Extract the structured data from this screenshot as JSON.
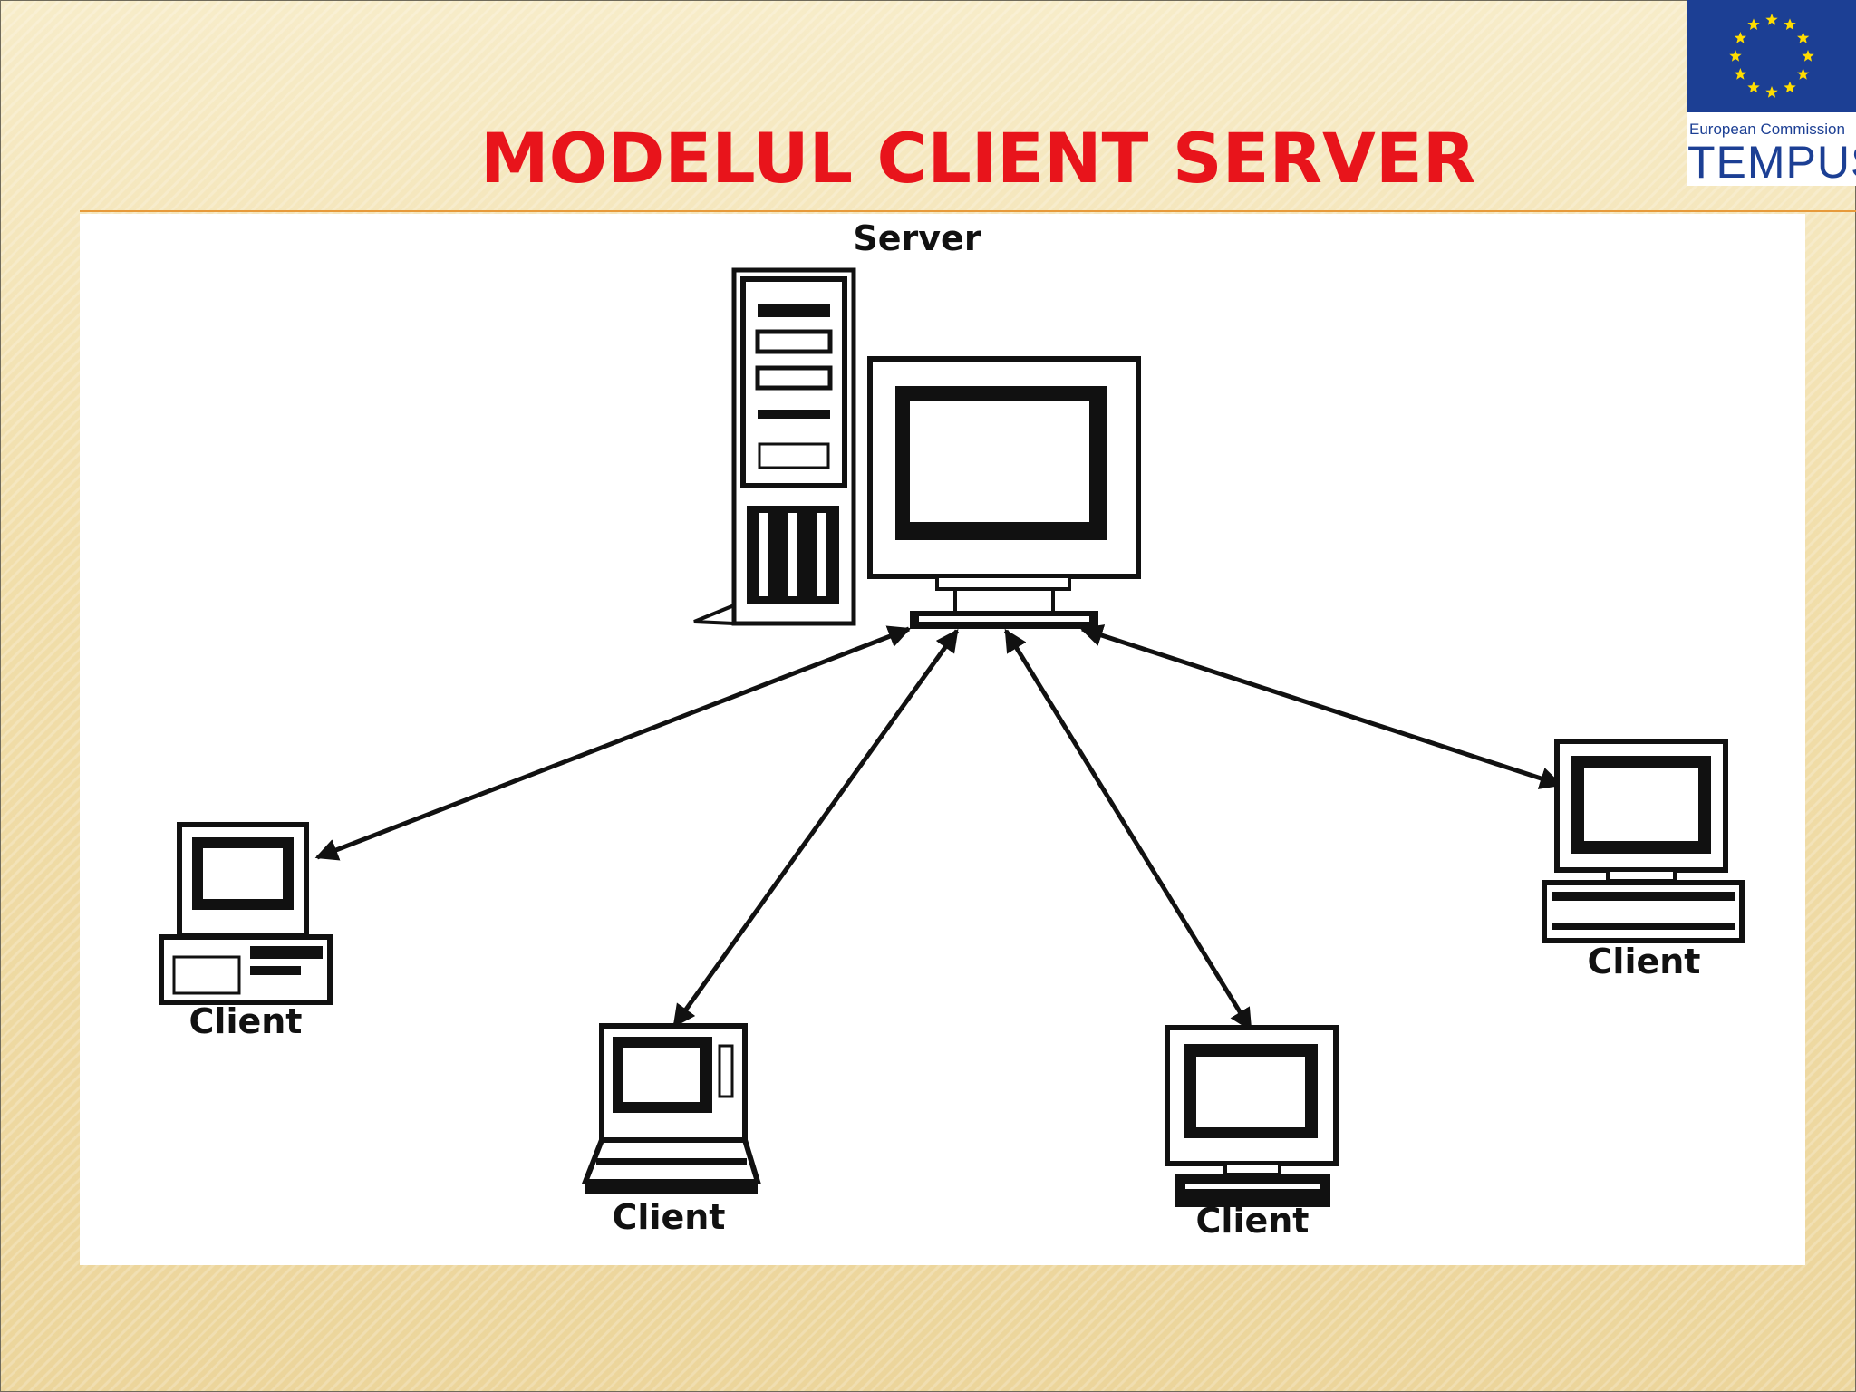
{
  "slide": {
    "title": "MODELUL CLIENT SERVER"
  },
  "logo": {
    "caption": "European Commission",
    "word": "TEMPUS",
    "flag_color": "#1c3f94",
    "star_color": "#ffdd00"
  },
  "diagram": {
    "server": {
      "label": "Server",
      "icon": "server-tower-with-monitor-icon"
    },
    "clients": [
      {
        "label": "Client",
        "icon": "desktop-computer-icon"
      },
      {
        "label": "Client",
        "icon": "laptop-computer-icon"
      },
      {
        "label": "Client",
        "icon": "monitor-keyboard-icon"
      },
      {
        "label": "Client",
        "icon": "desktop-computer-icon"
      }
    ],
    "connection": "bidirectional-arrow"
  },
  "colors": {
    "title": "#e8141b",
    "rule": "#e79a3b",
    "ink": "#111111"
  }
}
